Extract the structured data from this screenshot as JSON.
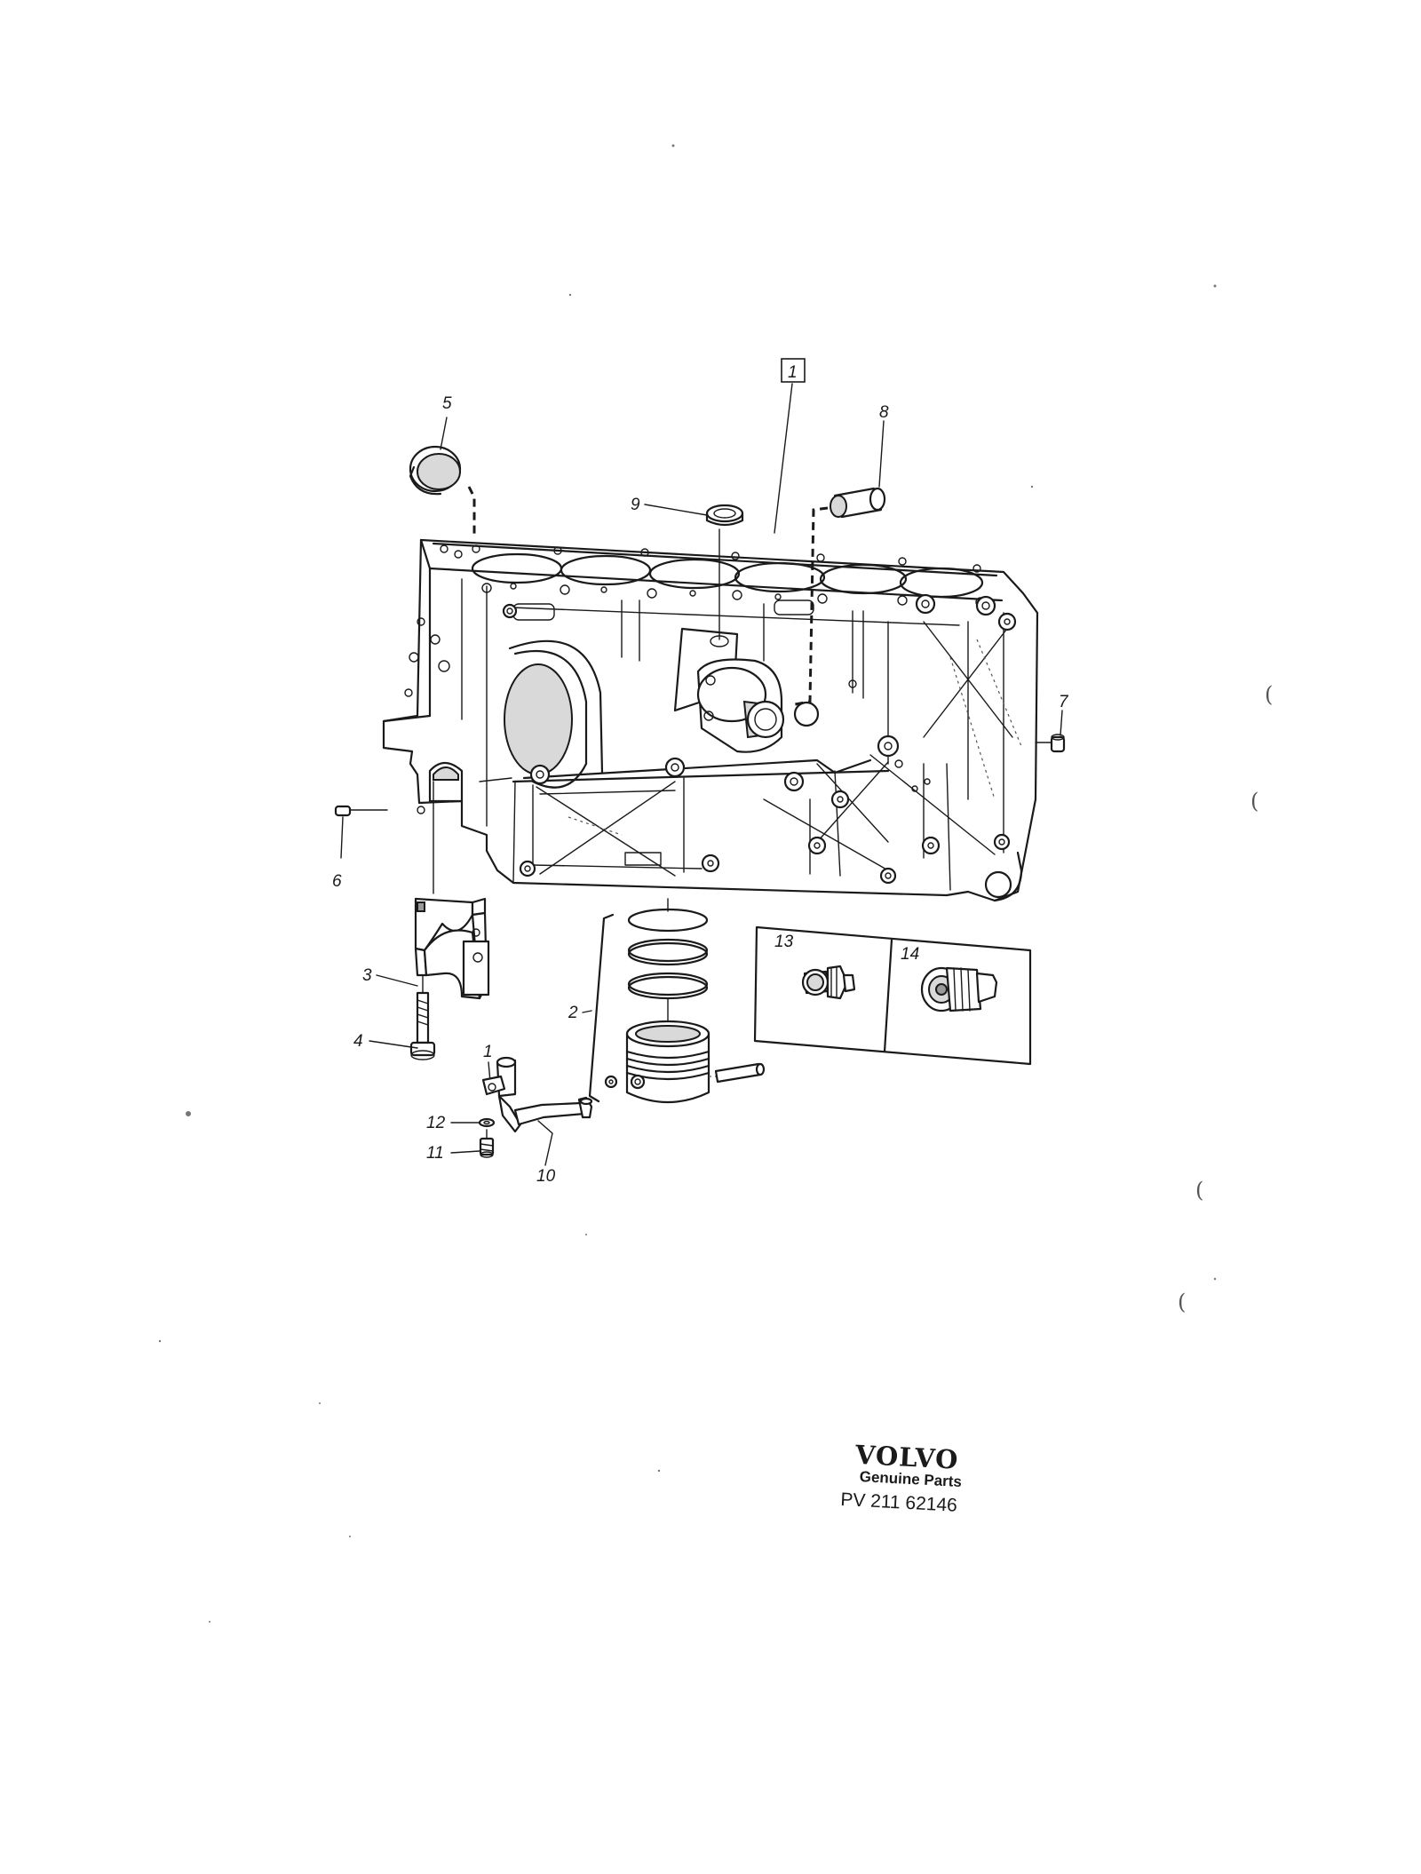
{
  "callouts": {
    "c1": "1",
    "c2": "2",
    "c3": "3",
    "c4": "4",
    "c5": "5",
    "c6": "6",
    "c7": "7",
    "c8": "8",
    "c9": "9",
    "c10": "10",
    "c11": "11",
    "c12": "12",
    "c13": "13",
    "c14": "14"
  },
  "logo": {
    "brand": "VOLVO",
    "tagline": "Genuine Parts",
    "code": "PV 211 62146"
  },
  "margin_marks": {
    "m1": "(",
    "m2": "(",
    "m3": "(",
    "m4": "("
  }
}
